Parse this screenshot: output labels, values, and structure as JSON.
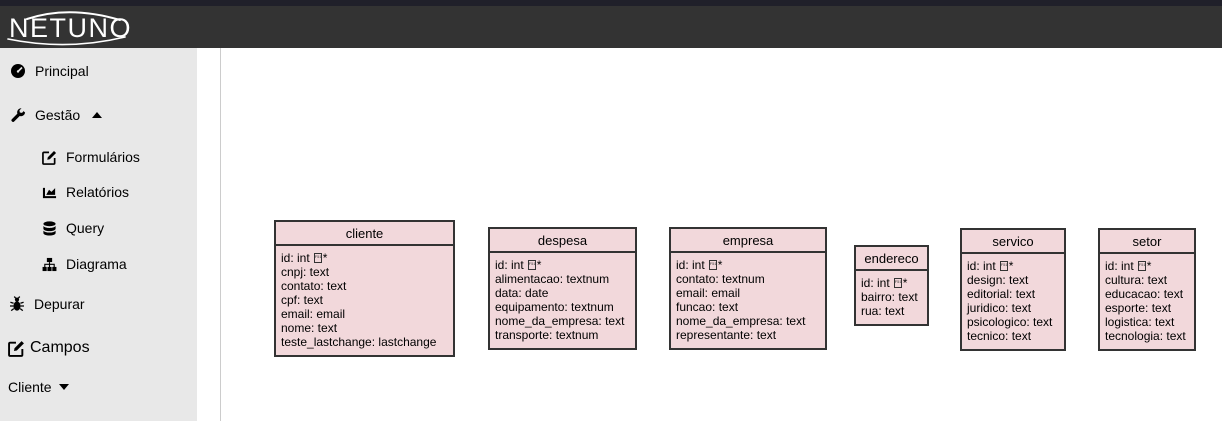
{
  "brand": {
    "logo_text": "NETUNO"
  },
  "colors": {
    "top_strip": "#20202a",
    "header_bg": "#333333",
    "sidebar_bg": "#e8e8e8",
    "divider": "#cccccc",
    "entity_fill": "#f2d8db",
    "entity_border": "#333333"
  },
  "sidebar": {
    "items": [
      {
        "label": "Principal",
        "icon": "tachometer-icon"
      },
      {
        "label": "Gestão",
        "icon": "wrench-icon",
        "caret": "up"
      },
      {
        "label": "Formulários",
        "icon": "edit-icon"
      },
      {
        "label": "Relatórios",
        "icon": "chart-area-icon"
      },
      {
        "label": "Query",
        "icon": "database-icon"
      },
      {
        "label": "Diagrama",
        "icon": "sitemap-icon"
      },
      {
        "label": "Depurar",
        "icon": "bug-icon"
      },
      {
        "label": "Campos",
        "icon": "edit-icon"
      },
      {
        "label": "Cliente",
        "icon": "none",
        "caret": "down"
      }
    ]
  },
  "diagram": {
    "key_suffix": "*",
    "key_glyph_hex": "F511",
    "tables": [
      {
        "name": "cliente",
        "fields": [
          {
            "text": "id: int",
            "key": true
          },
          {
            "text": "cnpj: text"
          },
          {
            "text": "contato: text"
          },
          {
            "text": "cpf: text"
          },
          {
            "text": "email: email"
          },
          {
            "text": "nome: text"
          },
          {
            "text": "teste_lastchange: lastchange"
          }
        ]
      },
      {
        "name": "despesa",
        "fields": [
          {
            "text": "id: int",
            "key": true
          },
          {
            "text": "alimentacao: textnum"
          },
          {
            "text": "data: date"
          },
          {
            "text": "equipamento: textnum"
          },
          {
            "text": "nome_da_empresa: text"
          },
          {
            "text": "transporte: textnum"
          }
        ]
      },
      {
        "name": "empresa",
        "fields": [
          {
            "text": "id: int",
            "key": true
          },
          {
            "text": "contato: textnum"
          },
          {
            "text": "email: email"
          },
          {
            "text": "funcao: text"
          },
          {
            "text": "nome_da_empresa: text"
          },
          {
            "text": "representante: text"
          }
        ]
      },
      {
        "name": "endereco",
        "fields": [
          {
            "text": "id: int",
            "key": true
          },
          {
            "text": "bairro: text"
          },
          {
            "text": "rua: text"
          }
        ]
      },
      {
        "name": "servico",
        "fields": [
          {
            "text": "id: int",
            "key": true
          },
          {
            "text": "design: text"
          },
          {
            "text": "editorial: text"
          },
          {
            "text": "juridico: text"
          },
          {
            "text": "psicologico: text"
          },
          {
            "text": "tecnico: text"
          }
        ]
      },
      {
        "name": "setor",
        "fields": [
          {
            "text": "id: int",
            "key": true
          },
          {
            "text": "cultura: text"
          },
          {
            "text": "educacao: text"
          },
          {
            "text": "esporte: text"
          },
          {
            "text": "logistica: text"
          },
          {
            "text": "tecnologia: text"
          }
        ]
      }
    ]
  }
}
